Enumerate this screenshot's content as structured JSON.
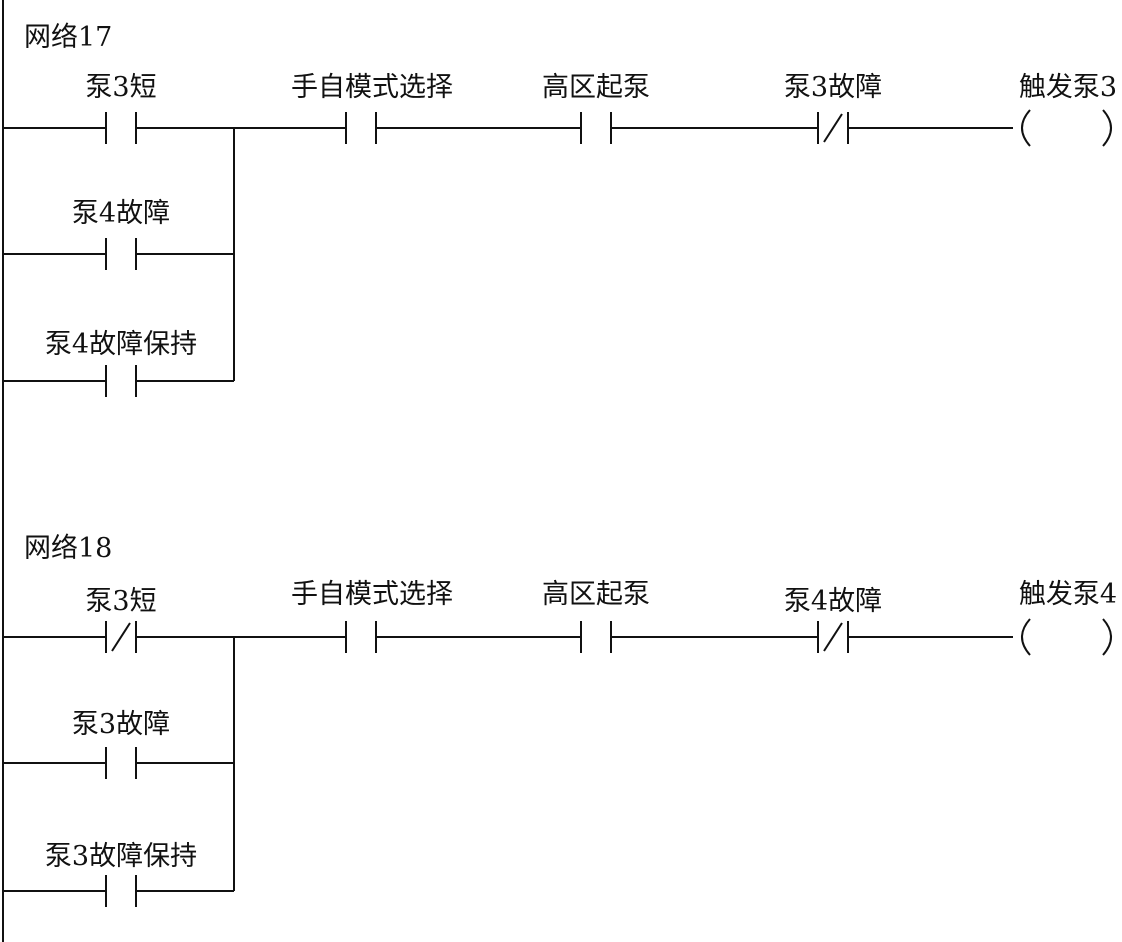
{
  "diagram": {
    "type": "ladder-logic",
    "line_color": "#111111",
    "networks": [
      {
        "title": "网络17",
        "branch_contacts": [
          {
            "label": "泵3短",
            "kind": "no"
          },
          {
            "label": "泵4故障",
            "kind": "no"
          },
          {
            "label": "泵4故障保持",
            "kind": "no"
          }
        ],
        "series_contacts": [
          {
            "label": "手自模式选择",
            "kind": "no"
          },
          {
            "label": "高区起泵",
            "kind": "no"
          },
          {
            "label": "泵3故障",
            "kind": "nc"
          }
        ],
        "coil": {
          "label": "触发泵3"
        }
      },
      {
        "title": "网络18",
        "branch_contacts": [
          {
            "label": "泵3短",
            "kind": "nc"
          },
          {
            "label": "泵3故障",
            "kind": "no"
          },
          {
            "label": "泵3故障保持",
            "kind": "no"
          }
        ],
        "series_contacts": [
          {
            "label": "手自模式选择",
            "kind": "no"
          },
          {
            "label": "高区起泵",
            "kind": "no"
          },
          {
            "label": "泵4故障",
            "kind": "nc"
          }
        ],
        "coil": {
          "label": "触发泵4"
        }
      }
    ]
  }
}
